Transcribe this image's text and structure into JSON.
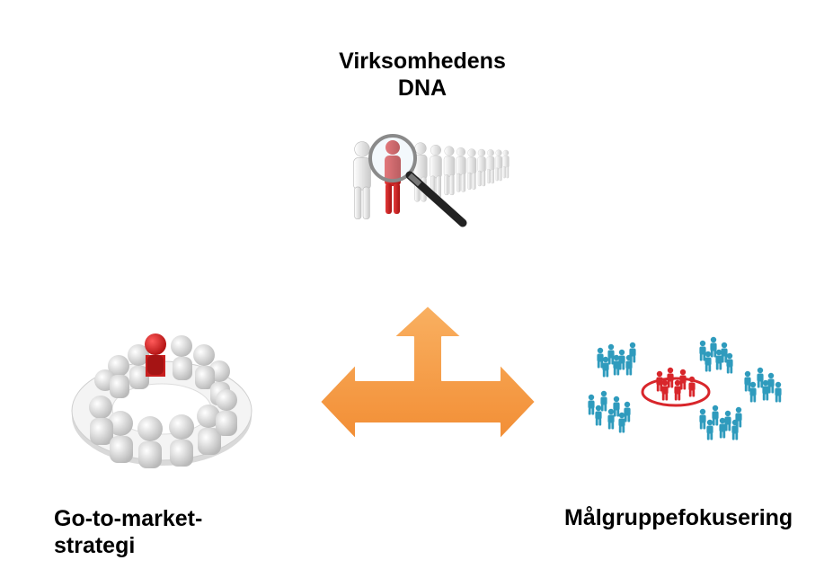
{
  "labels": {
    "top_line1": "Virksomhedens",
    "top_line2": "DNA",
    "left_line1": "Go-to-market-",
    "left_line2": "strategi",
    "right": "Målgruppefokusering"
  },
  "colors": {
    "arrow": "#f7a048",
    "highlight_red": "#d8262b",
    "figure_white": "#eeeeee",
    "figure_blue": "#2f9bbd",
    "text": "#000000"
  },
  "icons": {
    "top": "magnifier-person-icon",
    "center": "three-way-arrow-icon",
    "left": "round-table-meeting-icon",
    "right": "target-group-people-icon"
  }
}
